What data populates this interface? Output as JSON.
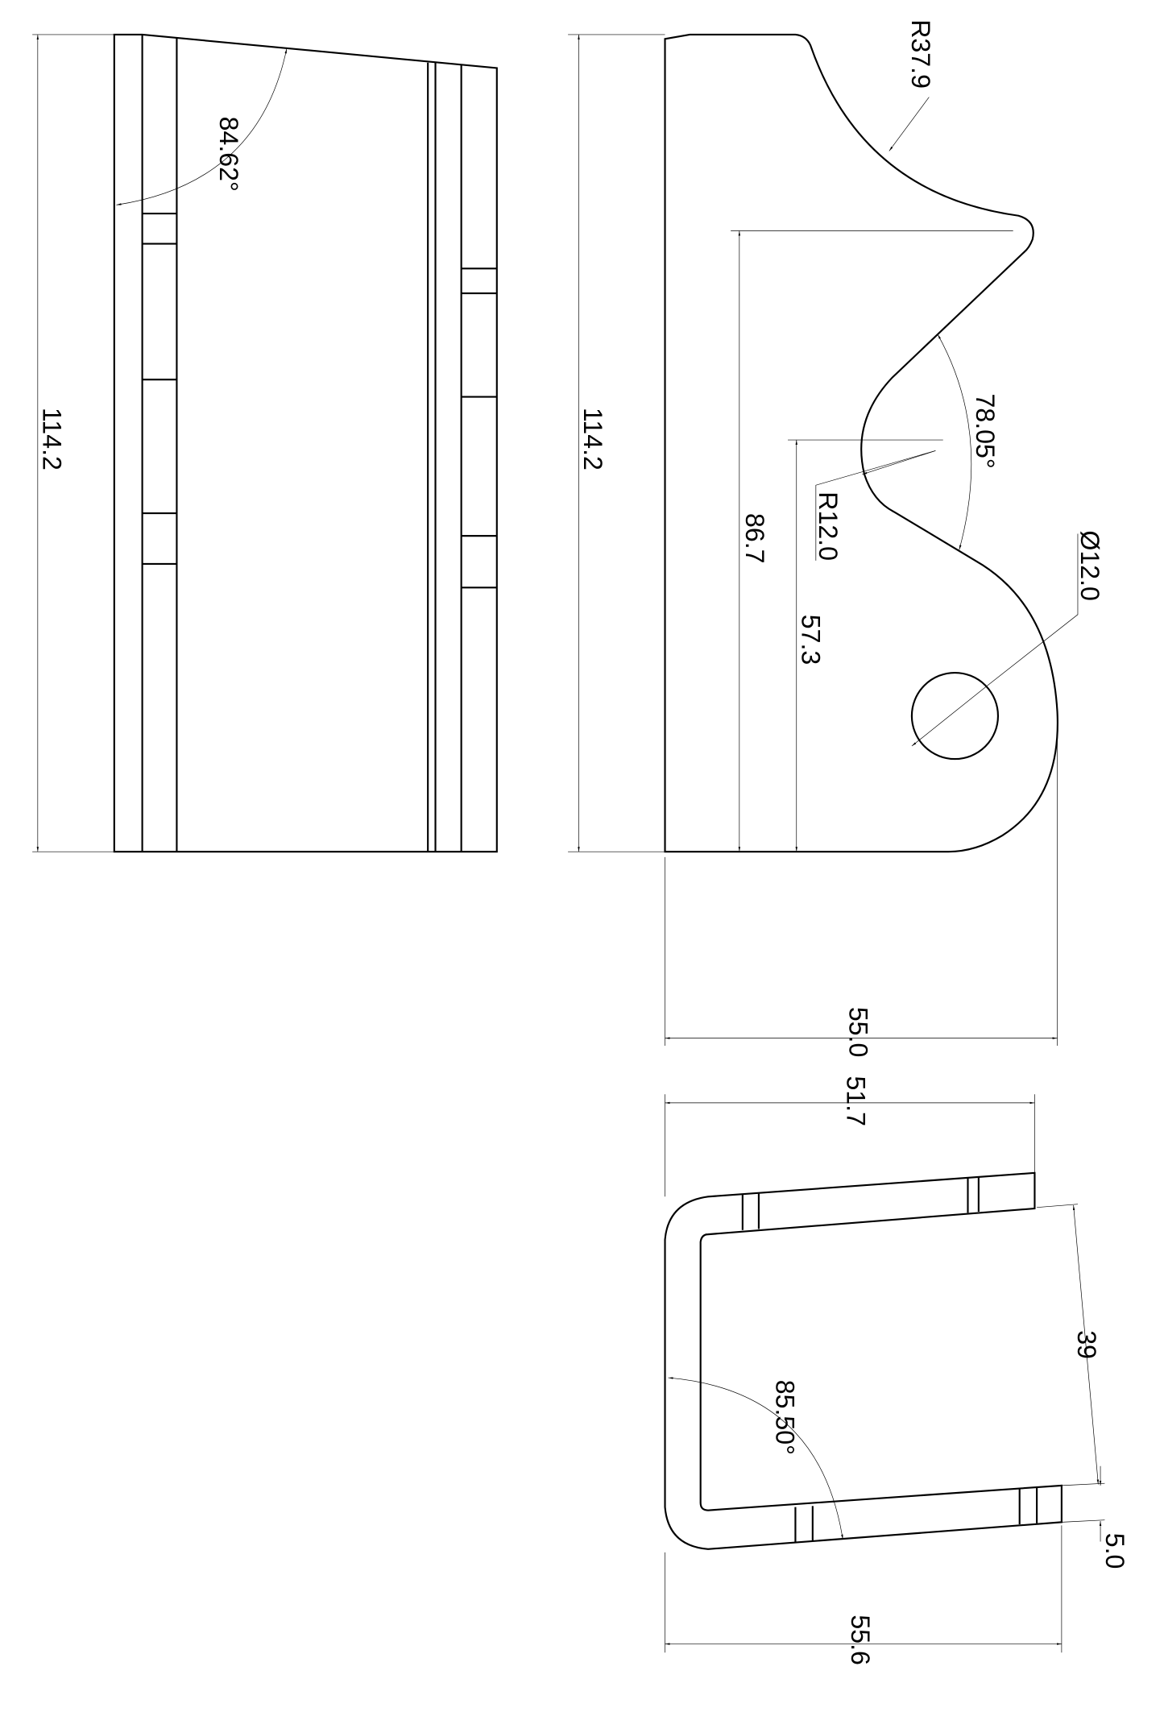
{
  "drawing": {
    "side_view": {
      "height_dim": "114.2",
      "angle_dim": "84.62°"
    },
    "profile_view": {
      "height_dim": "114.2",
      "radius_large": "R37.9",
      "angle_dim": "78.05°",
      "radius_small": "R12.0",
      "hole_dim": "Ø12.0",
      "height_upper": "86.7",
      "height_lower": "57.3",
      "width_dim": "55.0"
    },
    "top_view": {
      "width_inner": "51.7",
      "width_outer": "55.6",
      "gap_dim": "39",
      "thickness_dim": "5.0",
      "angle_dim": "85.50°"
    },
    "colors": {
      "line": "#000000",
      "background": "#ffffff"
    }
  }
}
